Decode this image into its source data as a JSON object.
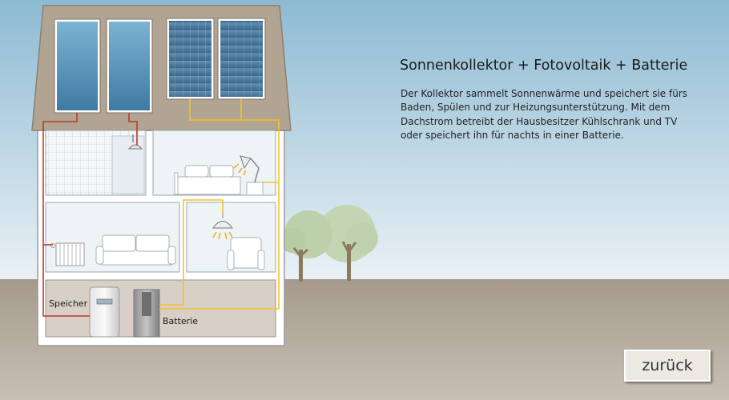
{
  "title": "Sonnenkollektor + Fotovoltaik + Batterie",
  "description": "Der Kollektor sammelt Sonnenwärme und speichert sie fürs Baden, Spülen und zur Heizungsunterstützung. Mit dem Dachstrom betreibt der Hausbesitzer Kühlschrank und TV oder speichert ihn für nachts in einer Batterie.",
  "labels": {
    "storage": "Speicher",
    "battery": "Batterie"
  },
  "back_button": "zurück",
  "colors": {
    "sky_top": "#8dbad3",
    "sky_bottom": "#eaf1f5",
    "ground_top": "#a59a8c",
    "ground_bottom": "#c9bfb3",
    "roof": "#b1a492",
    "heat_pipe": "#c0392b",
    "power_line": "#f2c12e",
    "solar_collector": "#4a86ad",
    "pv_panel": "#3f6f95"
  },
  "icons": [
    "solar-collector-icon",
    "pv-panel-icon",
    "shower-icon",
    "lamp-icon",
    "radiator-icon",
    "boiler-icon",
    "battery-icon",
    "tree-icon"
  ]
}
